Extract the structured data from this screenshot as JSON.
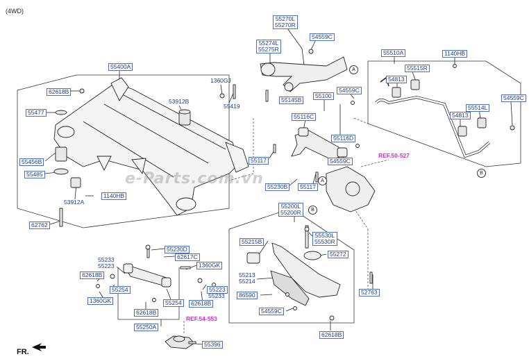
{
  "header": {
    "variant": "(4WD)"
  },
  "watermark": "e-Parts.com.vn",
  "direction": {
    "label": "FR."
  },
  "callouts": {
    "a": "A",
    "b": "B"
  },
  "refs": {
    "ref_50_527": "REF.50-527",
    "ref_54_553": "REF.54-553"
  },
  "parts": {
    "p55400A": "55400A",
    "p62618B_a": "62618B",
    "p55477": "55477",
    "p55456B": "55456B",
    "p55485": "55485",
    "p53912A": "53912A",
    "p1140HB_a": "1140HB",
    "p62762": "62762",
    "p53912B": "53912B",
    "p1360GJ": "1360GJ",
    "p55419": "55419",
    "p55270L": "55270L",
    "p55270R": "55270R",
    "p55274L": "55274L",
    "p55275R": "55275R",
    "p54559C_a": "54559C",
    "p55145B": "55145B",
    "p54559C_b": "54559C",
    "p55100": "55100",
    "p55116C": "55116C",
    "p55116D": "55116D",
    "p55117_a": "55117",
    "p54559C_c": "54559C",
    "p55230B": "55230B",
    "p55117_b": "55117",
    "p55510A": "55510A",
    "p1140HB_b": "1140HB",
    "p55515R": "55515R",
    "p54813_a": "54813",
    "p55514L": "55514L",
    "p54813_b": "54813",
    "p54559C_d": "54559C",
    "p55200L": "55200L",
    "p55200R": "55200R",
    "p55215B": "55215B",
    "p55530L": "55530L",
    "p55530R": "55530R",
    "p55272": "55272",
    "p55213": "55213",
    "p55214": "55214",
    "p86590": "86590",
    "p54559C_e": "54559C",
    "p52763": "52763",
    "p62618B_b": "62618B",
    "p55230D": "55230D",
    "p62617C": "62617C",
    "p1360GK_a": "1360GK",
    "p55233_a": "55233",
    "p55223_a": "55223",
    "p62618B_c": "62618B",
    "p55254_a": "55254",
    "p1360GK_b": "1360GK",
    "p62618B_d": "62618B",
    "p55254_b": "55254",
    "p55223_b": "55223",
    "p55233_b": "55233",
    "p62618B_e": "62618B",
    "p55250A": "55250A",
    "p55396": "55396"
  }
}
